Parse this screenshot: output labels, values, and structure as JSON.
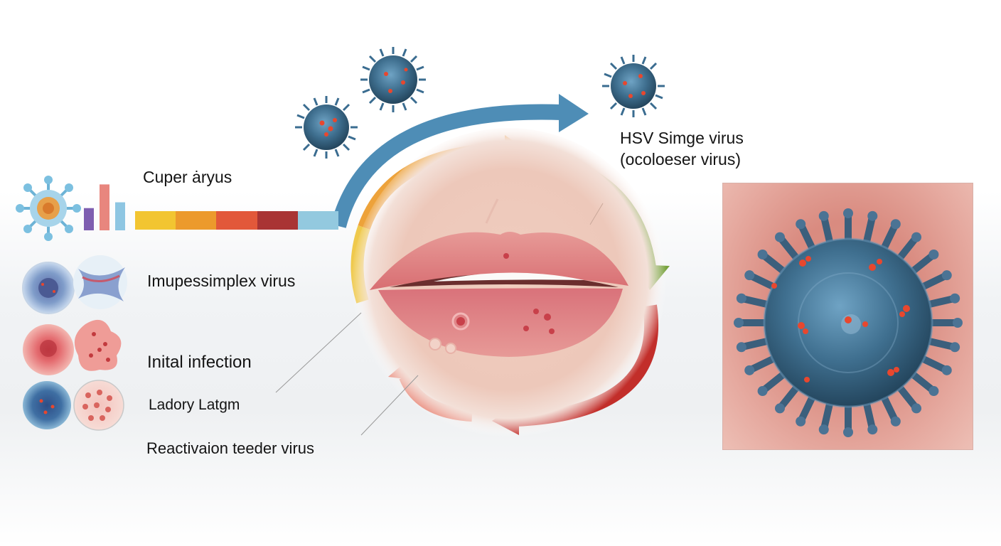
{
  "labels": {
    "cuper": "Cuper ȧryus",
    "hsv_line1": "HSV Simge virus",
    "hsv_line2": "(ocoloeser virus)",
    "imupes": "Imupessimplex  virus",
    "initial": "Inital infection",
    "ladory": "Ladory Latgm",
    "reactivation": "Reactivaion  teeder virus"
  },
  "stage_strip": {
    "colors": [
      "#f2c531",
      "#ec9a2c",
      "#e2583a",
      "#a93434",
      "#93c9df"
    ]
  },
  "stat_bars": {
    "values": [
      0.46,
      0.95,
      0.58
    ],
    "colors": [
      "#7e5eb0",
      "#e8867e",
      "#8ec6e2"
    ]
  },
  "colors": {
    "arrow_blue": "#4e8db6",
    "arrow_orange": "#eda23a",
    "arrow_yellow": "#efc94c",
    "arrow_green": "#78a23d",
    "arrow_red": "#c22e2a",
    "arrow_salmon": "#e88878",
    "virus_blue": "#3f6f8f",
    "virus_red": "#e8472e"
  },
  "icons": [
    "virus-icon",
    "bar-chart-icon",
    "cell-icon",
    "tissue-icon",
    "virus-closeup-image",
    "lips-image"
  ]
}
